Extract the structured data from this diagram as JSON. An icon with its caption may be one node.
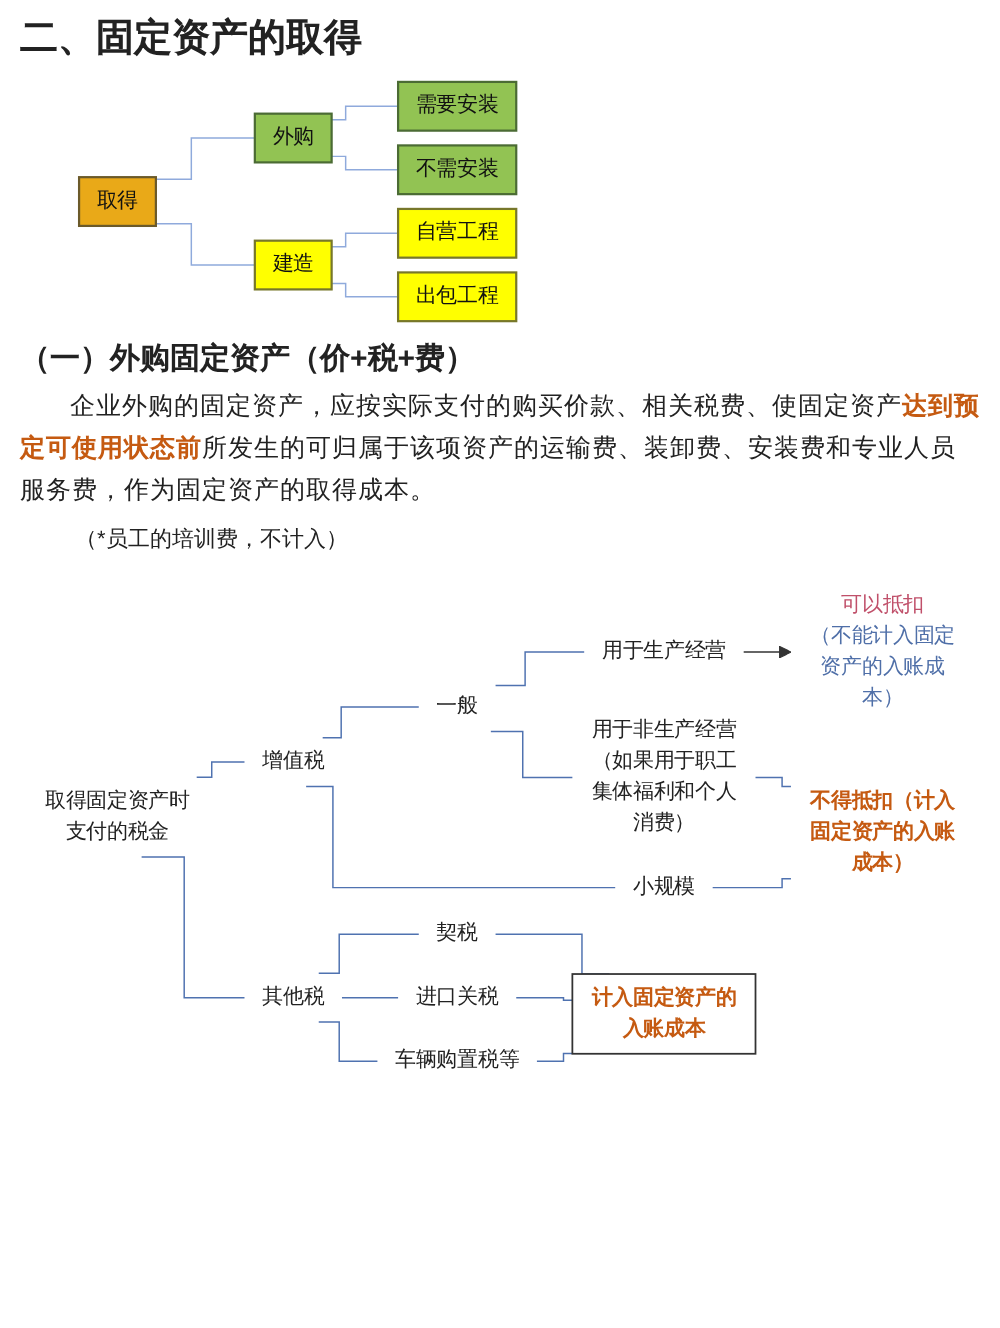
{
  "diagram": {
    "title": "二、固定资产的取得",
    "nodes": [
      {
        "text": [
          "取得"
        ]
      },
      {
        "text": [
          "外购"
        ]
      },
      {
        "text": [
          "建造"
        ]
      },
      {
        "text": [
          "需要安装"
        ]
      },
      {
        "text": [
          "不需安装"
        ]
      },
      {
        "text": [
          "自营工程"
        ]
      },
      {
        "text": [
          "出包工程"
        ]
      },
      {
        "text": [
          "取得固定资产时支付的税金"
        ]
      },
      {
        "text": [
          "增值税"
        ]
      },
      {
        "text": [
          "其他税"
        ]
      },
      {
        "text": [
          "一般"
        ]
      },
      {
        "text": [
          "小规模"
        ]
      },
      {
        "text": [
          "用于生产经营"
        ]
      },
      {
        "text": [
          "可以抵扣",
          "（不能计入固定资产的入账成本）"
        ]
      },
      {
        "text": [
          "用于非生产经营",
          "（如果用于职工集体福利和个人消费）"
        ]
      },
      {
        "text": [
          "不得抵扣（计入固定资产的入账成本）"
        ]
      },
      {
        "text": [
          "契税"
        ]
      },
      {
        "text": [
          "进口关税"
        ]
      },
      {
        "text": [
          "车辆购置税等"
        ]
      },
      {
        "text": [
          "计入固定资产的入账成本"
        ]
      }
    ],
    "edges": [
      {
        "from": 0,
        "to": 1,
        "arrow": "none",
        "color": "#8faadc"
      },
      {
        "from": 0,
        "to": 2,
        "arrow": "none",
        "color": "#8faadc"
      },
      {
        "from": 1,
        "to": 3,
        "arrow": "none",
        "color": "#8faadc"
      },
      {
        "from": 1,
        "to": 4,
        "arrow": "none",
        "color": "#8faadc"
      },
      {
        "from": 2,
        "to": 5,
        "arrow": "none",
        "color": "#8faadc"
      },
      {
        "from": 2,
        "to": 6,
        "arrow": "none",
        "color": "#8faadc"
      },
      {
        "from": 7,
        "to": 8,
        "arrow": "none"
      },
      {
        "from": 7,
        "to": 9,
        "arrow": "none"
      },
      {
        "from": 8,
        "to": 10,
        "arrow": "none"
      },
      {
        "from": 8,
        "to": 11,
        "arrow": "none"
      },
      {
        "from": 10,
        "to": 12,
        "arrow": "none"
      },
      {
        "from": 10,
        "to": 14,
        "arrow": "none"
      },
      {
        "from": 12,
        "to": 13,
        "arrow": "to",
        "color": "#333333"
      },
      {
        "from": 14,
        "to": 15,
        "arrow": "none"
      },
      {
        "from": 11,
        "to": 15,
        "arrow": "none"
      },
      {
        "from": 9,
        "to": 16,
        "arrow": "none"
      },
      {
        "from": 9,
        "to": 17,
        "arrow": "none"
      },
      {
        "from": 9,
        "to": 18,
        "arrow": "none"
      },
      {
        "from": 16,
        "to": 19,
        "arrow": "none"
      },
      {
        "from": 17,
        "to": 19,
        "arrow": "none"
      },
      {
        "from": 18,
        "to": 19,
        "arrow": "none"
      }
    ],
    "labels": [
      "（一）外购固定资产（价+税+费）",
      "企业外购的固定资产，应按实际支付的购买价款、相关税费、使固定资产**达到预定可使用状态前**所发生的可归属于该项资产的运输费、装卸费、安装费和专业人员服务费，作为固定资产的取得成本。",
      "（*员工的培训费，不计入）"
    ]
  }
}
